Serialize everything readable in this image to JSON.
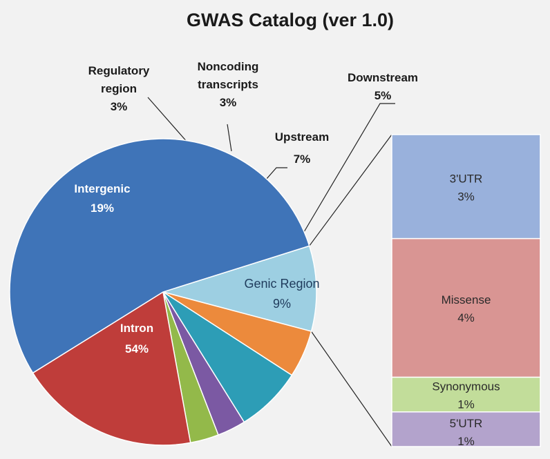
{
  "chart_data": {
    "type": "pie",
    "title": "GWAS Catalog (ver 1.0)",
    "slices": [
      {
        "label": "Genic Region",
        "lines": [
          "Genic Region"
        ],
        "pct_text": "9%",
        "value": 9,
        "color": "#9dcfe2",
        "label_style": "genic"
      },
      {
        "label": "Downstream",
        "lines": [
          "Downstream"
        ],
        "pct_text": "5%",
        "value": 5,
        "color": "#ec8a3c",
        "label_style": "outside"
      },
      {
        "label": "Upstream",
        "lines": [
          "Upstream"
        ],
        "pct_text": "7%",
        "value": 7,
        "color": "#2d9db6",
        "label_style": "outside"
      },
      {
        "label": "Noncoding transcripts",
        "lines": [
          "Noncoding",
          "transcripts"
        ],
        "pct_text": "3%",
        "value": 3,
        "color": "#7b59a3",
        "label_style": "outside"
      },
      {
        "label": "Regulatory region",
        "lines": [
          "Regulatory",
          "region"
        ],
        "pct_text": "3%",
        "value": 3,
        "color": "#93b94a",
        "label_style": "outside"
      },
      {
        "label": "Intergenic",
        "lines": [
          "Intergenic"
        ],
        "pct_text": "19%",
        "value": 19,
        "color": "#bf3d3a",
        "label_style": "inside"
      },
      {
        "label": "Intron",
        "lines": [
          "Intron"
        ],
        "pct_text": "54%",
        "value": 54,
        "color": "#3f74b8",
        "label_style": "inside"
      }
    ],
    "breakdown": {
      "of": "Genic Region",
      "segments": [
        {
          "label": "3'UTR",
          "pct_text": "3%",
          "value": 3,
          "color": "#99b1dc"
        },
        {
          "label": "Missense",
          "pct_text": "4%",
          "value": 4,
          "color": "#d99593"
        },
        {
          "label": "Synonymous",
          "pct_text": "1%",
          "value": 1,
          "color": "#c2dd9a"
        },
        {
          "label": "5'UTR",
          "pct_text": "1%",
          "value": 1,
          "color": "#b3a3cc"
        }
      ]
    }
  }
}
